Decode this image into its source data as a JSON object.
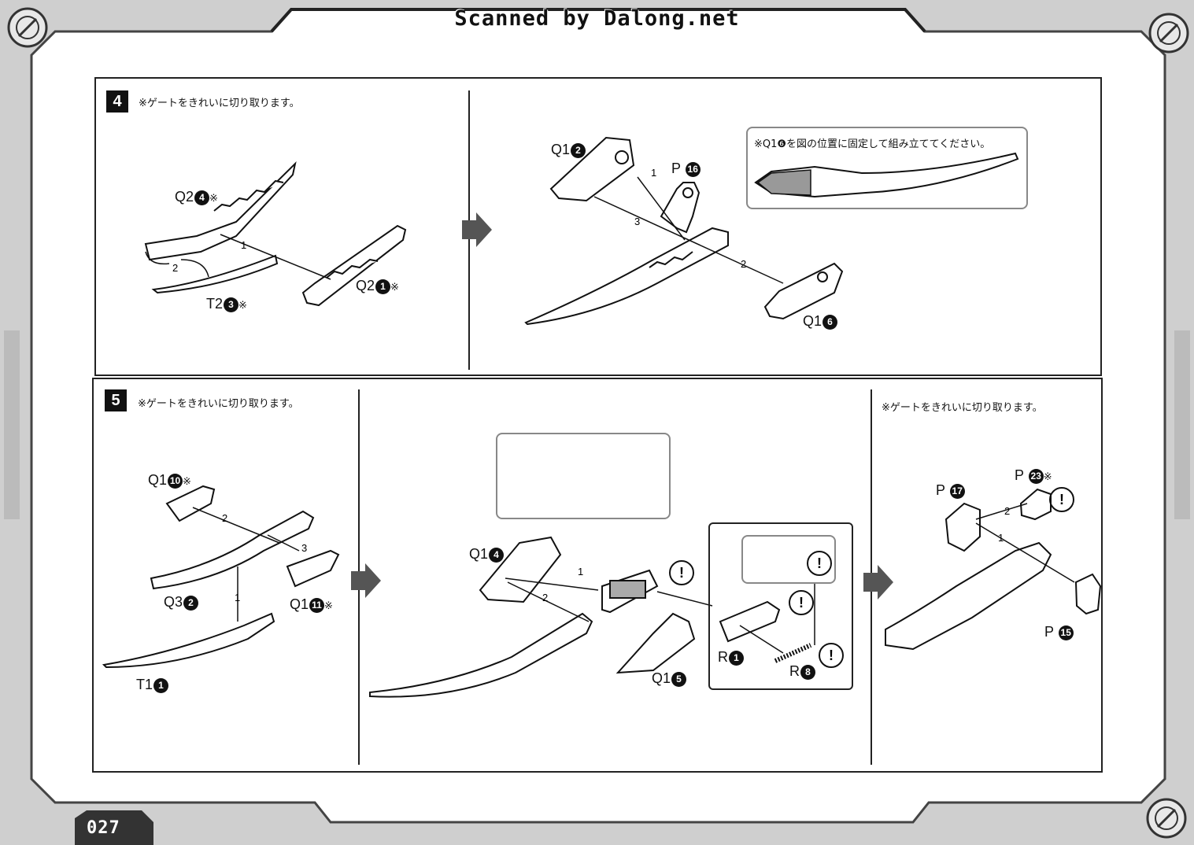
{
  "header": {
    "title": "Scanned by Dalong.net"
  },
  "footer": {
    "page_number": "027"
  },
  "step4": {
    "number": "4",
    "note": "※ゲートをきれいに切り取ります。",
    "callout_note": "※Q1❻を図の位置に固定して組み立ててください。",
    "left_parts": [
      {
        "code": "Q2",
        "num": "4",
        "mark": "※"
      },
      {
        "code": "Q2",
        "num": "1",
        "mark": "※"
      },
      {
        "code": "T2",
        "num": "3",
        "mark": "※"
      }
    ],
    "right_parts": [
      {
        "code": "Q1",
        "num": "2"
      },
      {
        "code": "P",
        "num": "16"
      },
      {
        "code": "Q1",
        "num": "6"
      }
    ],
    "left_steps": [
      "1",
      "2"
    ],
    "right_steps": [
      "1",
      "2",
      "3"
    ]
  },
  "step5": {
    "number": "5",
    "note": "※ゲートをきれいに切り取ります。",
    "right_note": "※ゲートをきれいに切り取ります。",
    "left_parts": [
      {
        "code": "Q1",
        "num": "10",
        "mark": "※"
      },
      {
        "code": "Q3",
        "num": "2"
      },
      {
        "code": "Q1",
        "num": "11",
        "mark": "※"
      },
      {
        "code": "T1",
        "num": "1"
      }
    ],
    "mid_parts": [
      {
        "code": "Q1",
        "num": "4"
      },
      {
        "code": "Q1",
        "num": "5"
      },
      {
        "code": "R",
        "num": "1"
      },
      {
        "code": "R",
        "num": "8"
      }
    ],
    "right_parts": [
      {
        "code": "P",
        "num": "17"
      },
      {
        "code": "P",
        "num": "23",
        "mark": "※"
      },
      {
        "code": "P",
        "num": "15"
      }
    ],
    "left_steps": [
      "1",
      "2",
      "3"
    ],
    "mid_steps": [
      "1",
      "2"
    ],
    "right_steps": [
      "1",
      "2"
    ],
    "warning_symbol": "!"
  }
}
